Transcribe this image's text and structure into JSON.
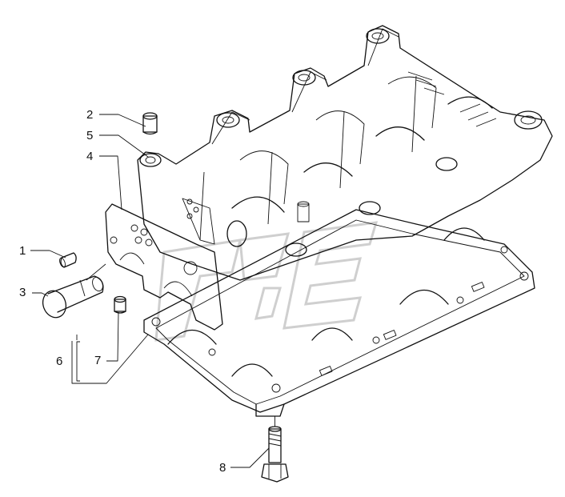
{
  "callouts": [
    {
      "id": "1",
      "label": "1"
    },
    {
      "id": "2",
      "label": "2"
    },
    {
      "id": "3",
      "label": "3"
    },
    {
      "id": "4",
      "label": "4"
    },
    {
      "id": "5",
      "label": "5"
    },
    {
      "id": "6",
      "label": "6"
    },
    {
      "id": "7",
      "label": "7"
    },
    {
      "id": "8",
      "label": "8"
    }
  ],
  "colors": {
    "ink": "#111111",
    "watermark": "#cfcfcf",
    "background": "#ffffff"
  }
}
